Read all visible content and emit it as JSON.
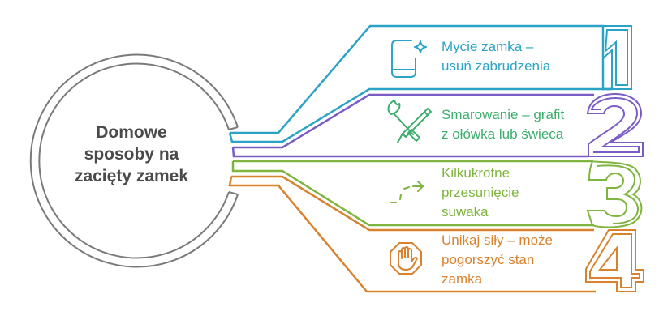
{
  "center": {
    "title_lines": [
      "Domowe",
      "sposoby na",
      "zacięty zamek"
    ],
    "ring_color": "#7a7a7a"
  },
  "items": [
    {
      "number": "1",
      "icon": "book-sparkle-icon",
      "color": "#2aa3c6",
      "text_color": "#2aa3c6",
      "lines": [
        "Mycie zamka –",
        "usuń zabrudzenia"
      ]
    },
    {
      "number": "2",
      "icon": "brush-pen-crossed-icon",
      "color": "#7a5cc6",
      "text_color": "#3dad6e",
      "icon_color": "#3dad6e",
      "lines": [
        "Smarowanie – grafit",
        "z ołówka lub świeca"
      ]
    },
    {
      "number": "3",
      "icon": "dashed-path-arrow-icon",
      "color": "#7fb43e",
      "text_color": "#7fb43e",
      "lines": [
        "Kilkukrotne",
        "przesunięcie",
        "suwaka"
      ]
    },
    {
      "number": "4",
      "icon": "stop-hand-icon",
      "color": "#d9822e",
      "text_color": "#d9822e",
      "lines": [
        "Unikaj siły – może",
        "pogorszyć stan",
        "zamka"
      ]
    }
  ]
}
